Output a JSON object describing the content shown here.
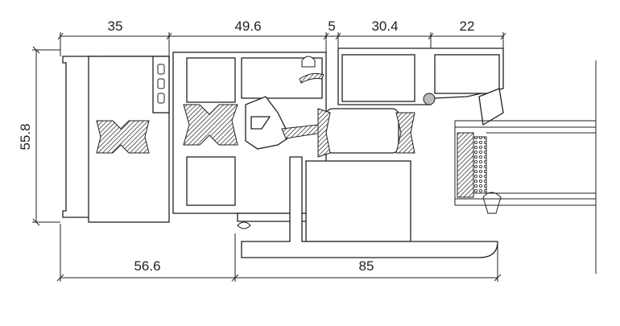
{
  "drawing": {
    "dimensions_top": [
      "35",
      "49.6",
      "5",
      "30.4",
      "22"
    ],
    "dimension_left": "55.8",
    "dimensions_bottom": [
      "56.6",
      "85"
    ]
  }
}
